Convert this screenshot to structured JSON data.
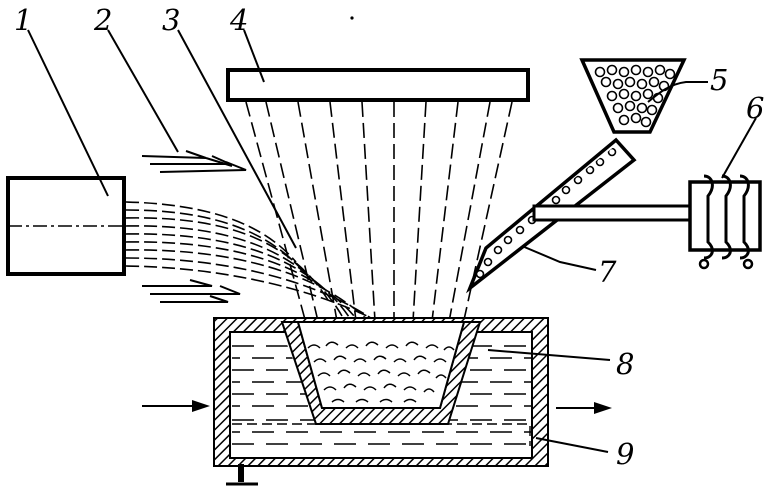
{
  "labels": [
    "1",
    "2",
    "3",
    "4",
    "5",
    "6",
    "7",
    "8",
    "9"
  ],
  "colors": {
    "ink": "#000000",
    "paper": "#ffffff"
  }
}
